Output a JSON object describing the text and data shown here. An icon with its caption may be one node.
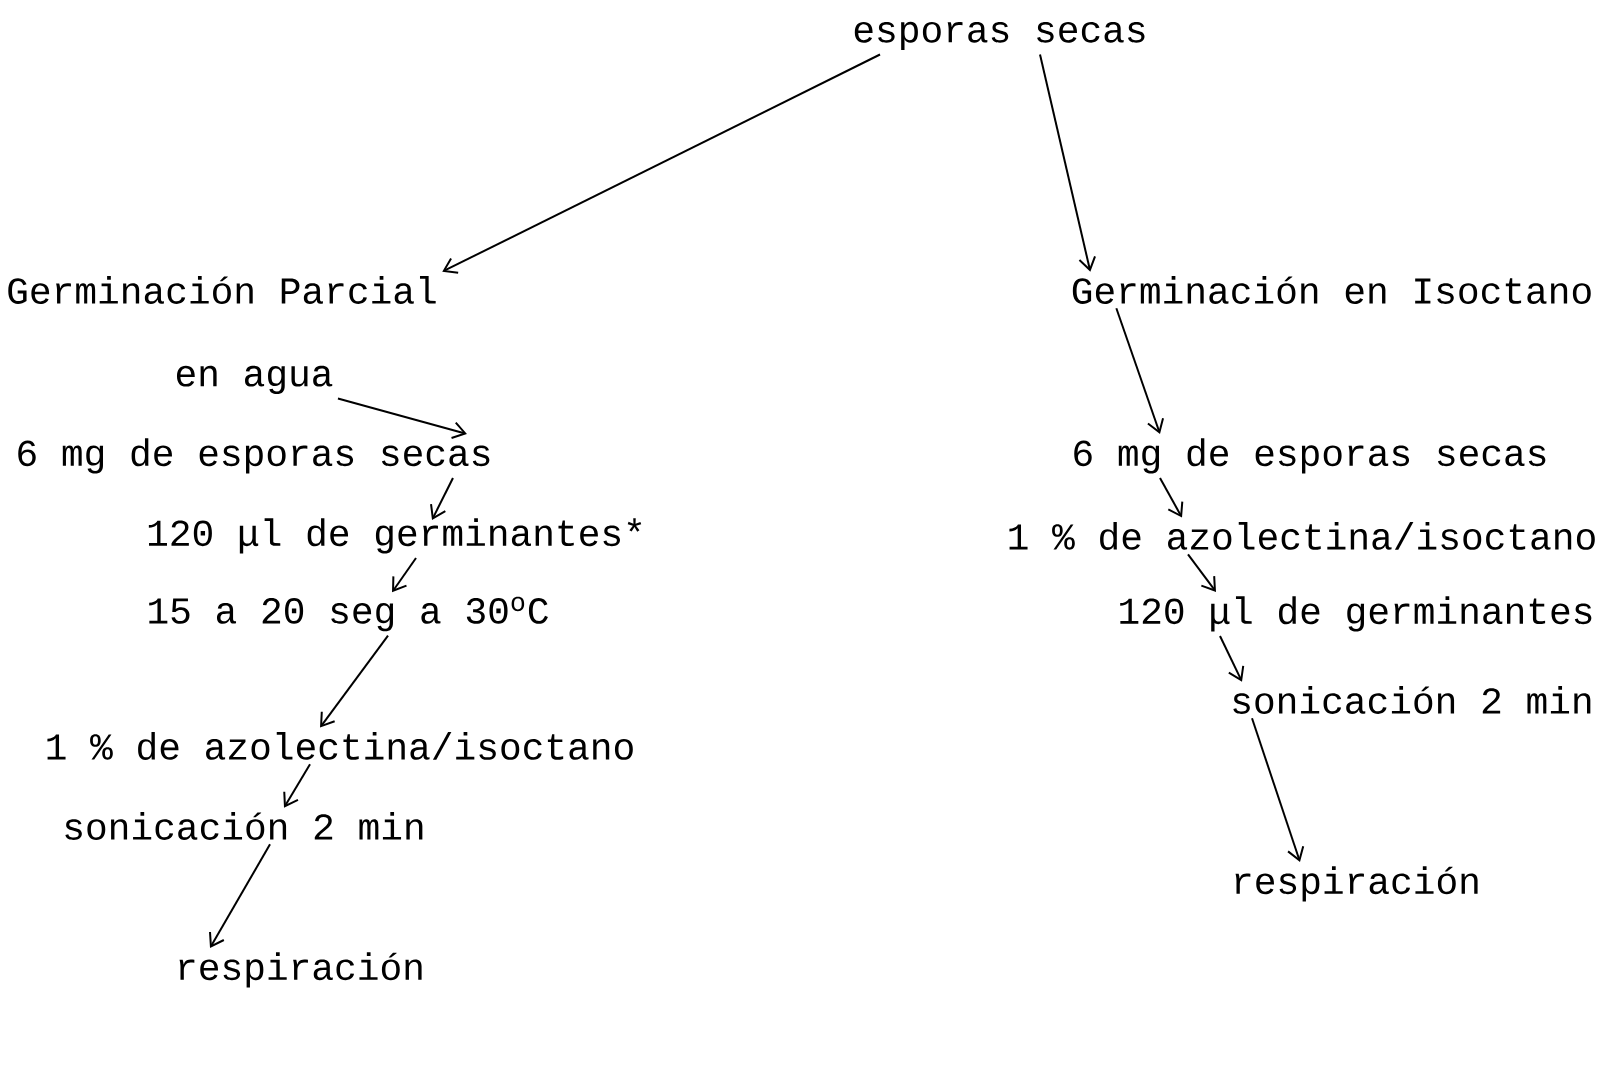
{
  "diagram": {
    "nodes": [
      {
        "text": [
          "esporas secas"
        ]
      },
      {
        "text": [
          "Germinación Parcial"
        ]
      },
      {
        "text": [
          "en agua"
        ]
      },
      {
        "text": [
          "6 mg de esporas secas"
        ]
      },
      {
        "text": [
          "120 μl de germinantes*"
        ]
      },
      {
        "text": [
          "15 a 20 seg a 30$^{o}$C"
        ]
      },
      {
        "text": [
          "1 % de azolectina/isoctano"
        ]
      },
      {
        "text": [
          "sonicación 2 min"
        ]
      },
      {
        "text": [
          "respiración"
        ]
      },
      {
        "text": [
          "Germinación en Isoctano"
        ]
      },
      {
        "text": [
          "6 mg de esporas secas"
        ]
      },
      {
        "text": [
          "1 % de azolectina/isoctano"
        ]
      },
      {
        "text": [
          "120 μl de germinantes"
        ]
      },
      {
        "text": [
          "sonicación 2 min"
        ]
      },
      {
        "text": [
          "respiración"
        ]
      }
    ],
    "edges": [
      {
        "from": 0,
        "to": 1,
        "arrow": "to"
      },
      {
        "from": 0,
        "to": 9,
        "arrow": "to"
      },
      {
        "from": 2,
        "to": 3,
        "arrow": "to"
      },
      {
        "from": 3,
        "to": 4,
        "arrow": "to"
      },
      {
        "from": 4,
        "to": 5,
        "arrow": "to"
      },
      {
        "from": 5,
        "to": 6,
        "arrow": "to"
      },
      {
        "from": 6,
        "to": 7,
        "arrow": "to"
      },
      {
        "from": 7,
        "to": 8,
        "arrow": "to"
      },
      {
        "from": 9,
        "to": 10,
        "arrow": "to"
      },
      {
        "from": 10,
        "to": 11,
        "arrow": "to"
      },
      {
        "from": 11,
        "to": 12,
        "arrow": "to"
      },
      {
        "from": 12,
        "to": 13,
        "arrow": "to"
      },
      {
        "from": 13,
        "to": 14,
        "arrow": "to"
      }
    ]
  }
}
